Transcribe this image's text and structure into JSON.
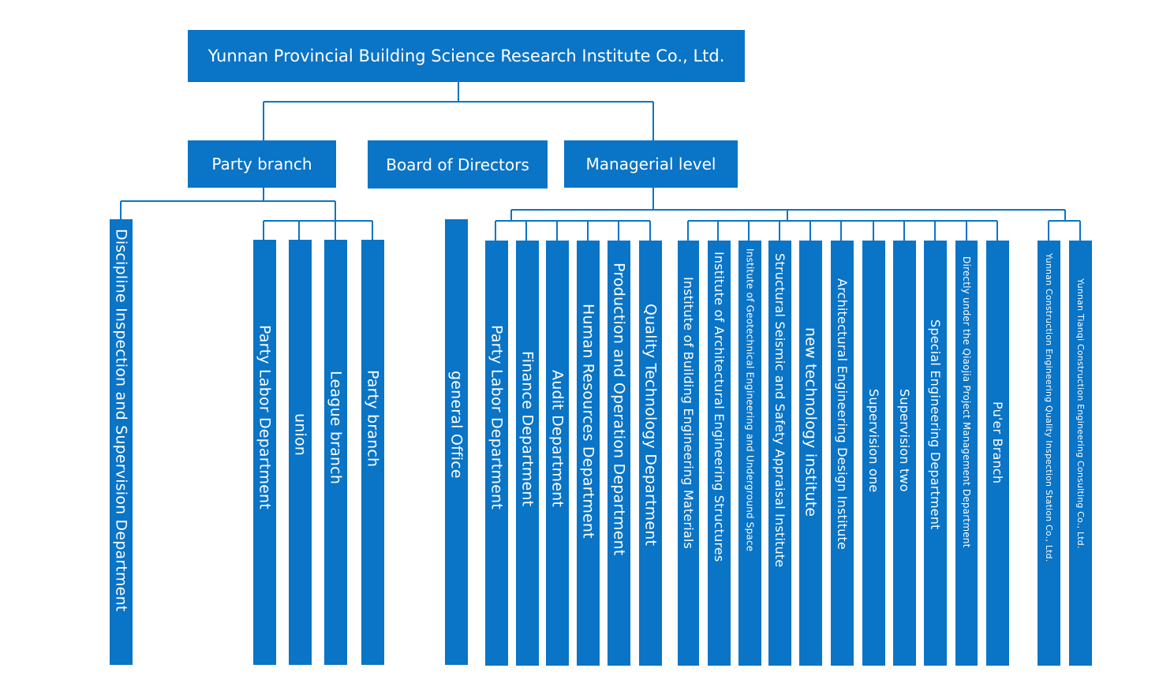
{
  "colors": {
    "box": "#0a74c6",
    "line": "#0a74c6",
    "text": "#ffffff"
  },
  "root": {
    "label": "Yunnan Provincial Building Science Research Institute Co., Ltd."
  },
  "level1": {
    "party_branch": "Party branch",
    "board": "Board of Directors",
    "managerial": "Managerial level"
  },
  "party_group": {
    "discipline": "Discipline Inspection and Supervision Department",
    "items": [
      "Party Labor Department",
      "union",
      "League branch",
      "Party branch"
    ]
  },
  "board_group": {
    "items": [
      "general Office"
    ]
  },
  "managerial_group": {
    "departments": [
      "Party Labor Department",
      "Finance Department",
      "Audit Department",
      "Human Resources Department",
      "Production and Operation Department",
      "Quality Technology Department"
    ],
    "institutes": [
      "Institute of Building Engineering Materials",
      "Institute of Architectural Engineering Structures",
      "Institute of Geotechnical Engineering and Underground Space",
      "Structural Seismic and Safety Appraisal Institute",
      "new technology institute",
      "Architectural Engineering Design Institute",
      "Supervision one",
      "Supervision two",
      "Special Engineering Department",
      "Directly under the Qiaojia Project Management Department",
      "Pu'er Branch"
    ],
    "companies": [
      "Yunnan Construction Engineering Quality Inspection Station Co., Ltd.",
      "Yunnan Tianqi Construction Engineering Consulting Co., Ltd."
    ]
  }
}
